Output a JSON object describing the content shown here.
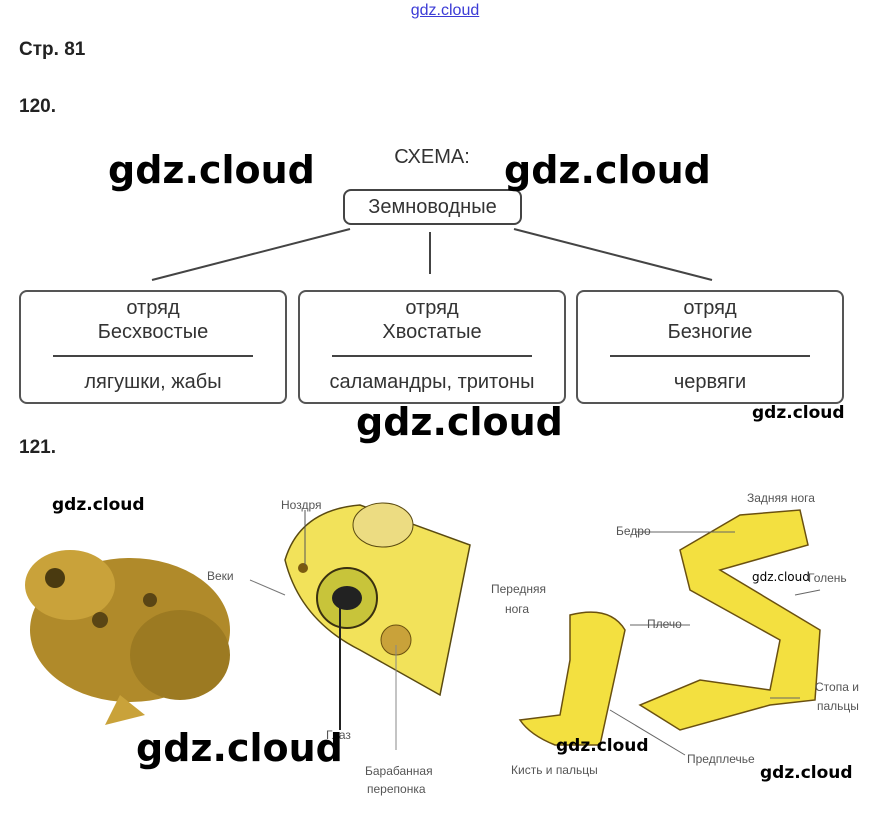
{
  "top_link": "gdz.cloud",
  "page_label": "Стр. 81",
  "task120": {
    "number": "120.",
    "scheme_title": "СХЕМА:",
    "root": "Земноводные",
    "orders": [
      {
        "order": "отряд",
        "name": "Бесхвостые",
        "examples": "лягушки, жабы"
      },
      {
        "order": "отряд",
        "name": "Хвостатые",
        "examples": "саламандры, тритоны"
      },
      {
        "order": "отряд",
        "name": "Безногие",
        "examples": "червяги"
      }
    ]
  },
  "task121": {
    "number": "121.",
    "head_labels": {
      "nostril": "Ноздря",
      "eyelids": "Веки",
      "eye": "Глаз",
      "eardrum_1": "Барабанная",
      "eardrum_2": "перепонка"
    },
    "limb_labels": {
      "hind_leg": "Задняя нога",
      "thigh": "Бедро",
      "shin": "Голень",
      "fore_leg_1": "Передняя",
      "fore_leg_2": "нога",
      "shoulder": "Плечо",
      "foot_1": "Стопа и",
      "foot_2": "пальцы",
      "forearm": "Предплечье",
      "hand": "Кисть и пальцы"
    }
  },
  "watermark": "gdz.cloud"
}
